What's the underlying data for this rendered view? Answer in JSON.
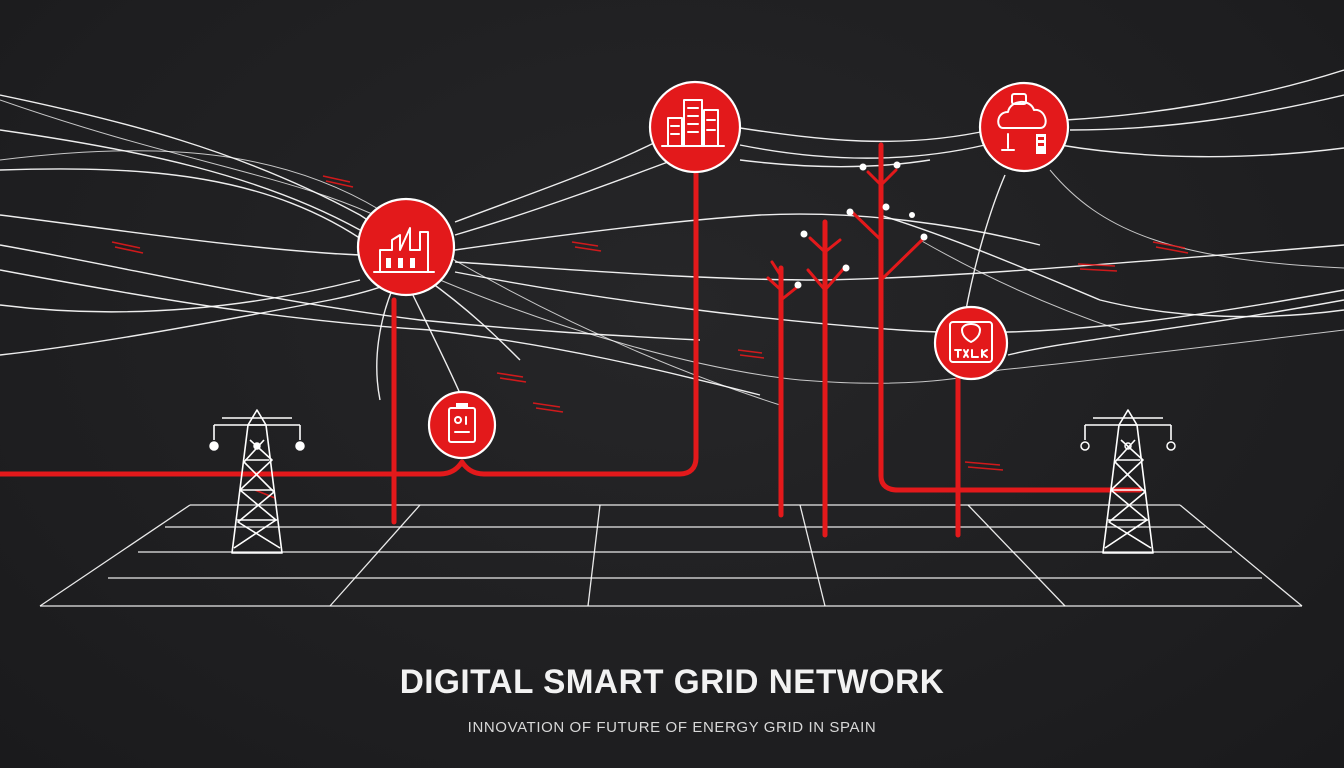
{
  "poster": {
    "title": "DIGITAL SMART GRID NETWORK",
    "subtitle": "INNOVATION OF FUTURE OF ENERGY GRID IN SPAIN"
  },
  "nodes": [
    {
      "id": "factory-node",
      "icon": "factory-icon"
    },
    {
      "id": "city-buildings-node",
      "icon": "buildings-icon"
    },
    {
      "id": "battery-node",
      "icon": "battery-icon"
    },
    {
      "id": "cloud-storage-node",
      "icon": "cloud-battery-icon"
    },
    {
      "id": "eco-energy-node",
      "icon": "eco-energy-icon"
    }
  ],
  "colors": {
    "background": "#1f1f21",
    "accent_red": "#e3191b",
    "line_white": "#ffffff",
    "text": "#f2f2f2"
  }
}
